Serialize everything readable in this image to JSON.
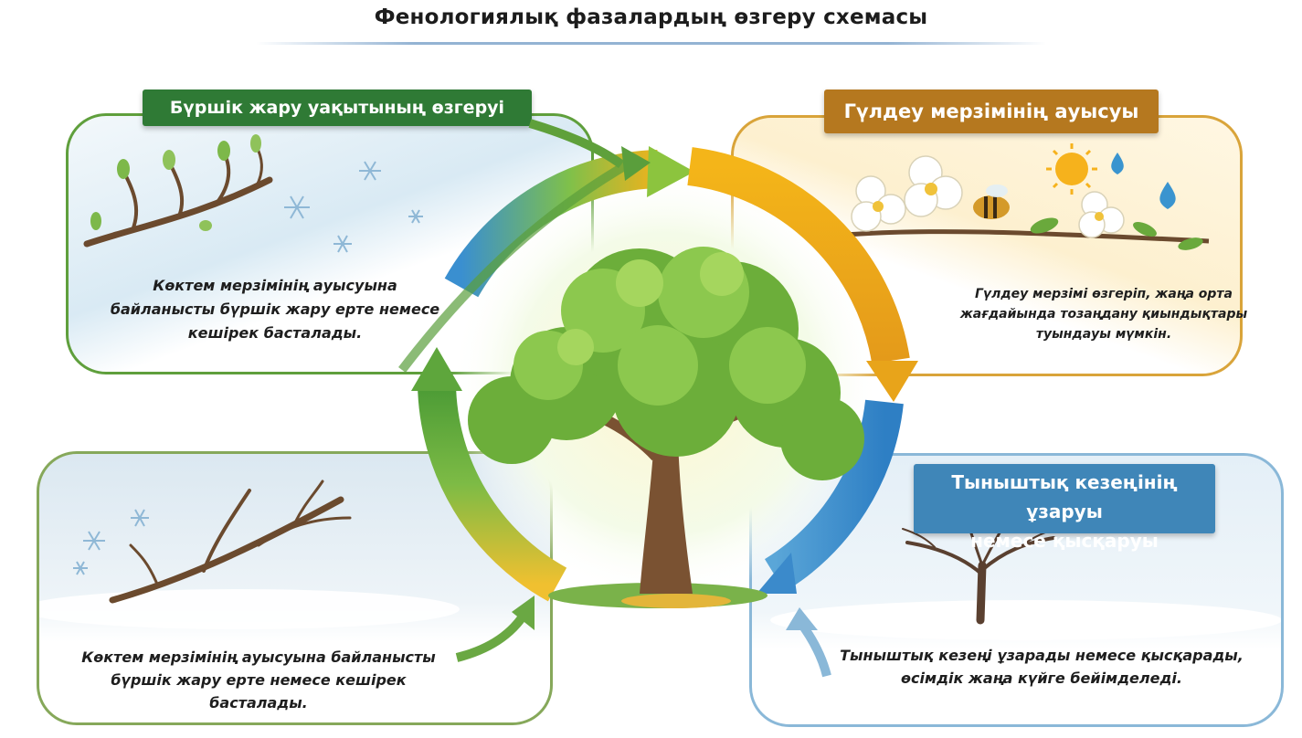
{
  "title": "Фенологиялық фазалардың өзгеру схемасы",
  "panels": {
    "top_left": {
      "label": "Бүршік жару уақытының өзгеруі",
      "caption": [
        "Көктем мерзімінің ауысуына",
        "байланысты бүршік жару ерте немесе",
        "кешірек басталады."
      ]
    },
    "top_right": {
      "label": "Гүлдеу мерзімінің ауысуы",
      "caption": [
        "Гүлдеу мерзімі өзгеріп, жаңа орта",
        "жағдайында тозаңдану қиындықтары",
        "туындауы мүмкін."
      ]
    },
    "bottom_left": {
      "caption": [
        "Көктем мерзімінің ауысуына байланысты",
        "бүршік жару ерте немесе кешірек",
        "басталады."
      ]
    },
    "bottom_right": {
      "label": [
        "Тыныштық кезеңінің ұзаруы",
        "немесе қысқаруы"
      ],
      "caption": [
        "Тыныштық кезеңі ұзарады немесе қысқарады,",
        "өсімдік жаңа күйге бейімделеді."
      ]
    }
  },
  "icons": [
    "budding-branch-icon",
    "snowflake-icon",
    "blossom-branch-icon",
    "bee-icon",
    "sun-icon",
    "water-drop-icon",
    "bare-branch-icon",
    "bare-tree-icon",
    "green-tree-icon",
    "cycle-arrow-icon"
  ],
  "colors": {
    "spring_green": "#5f9f3c",
    "summer_gold": "#e8a91c",
    "winter_blue": "#3f86b8",
    "dark_green_label": "#2f7a35",
    "amber_label": "#b5781f"
  }
}
